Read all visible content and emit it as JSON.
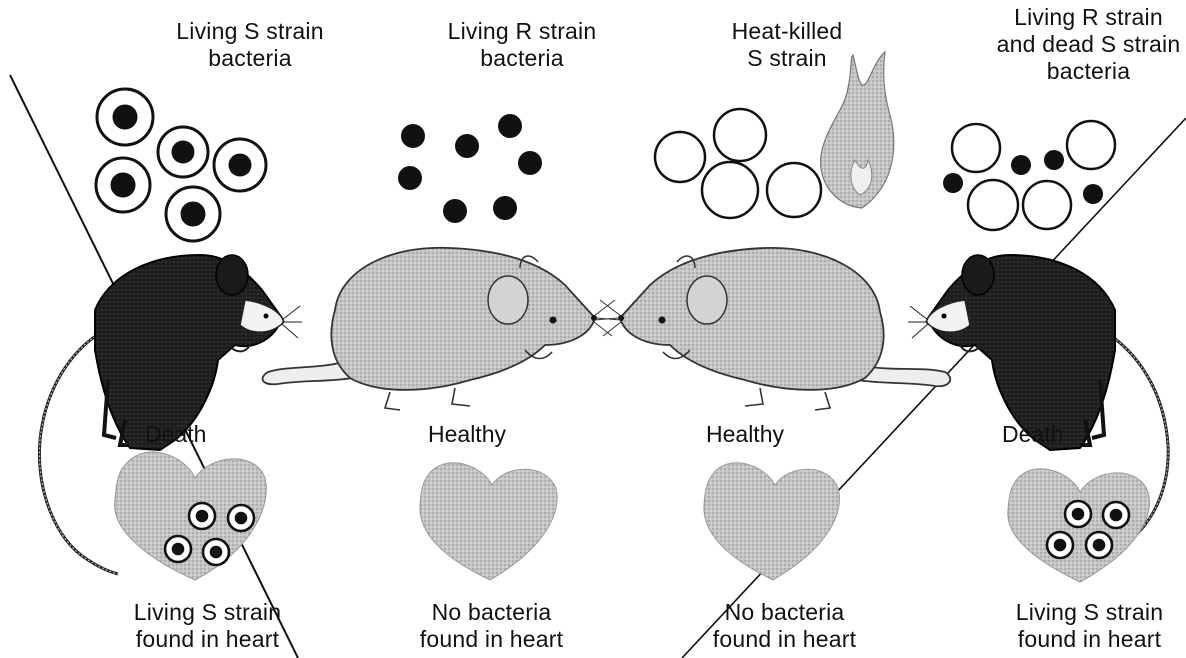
{
  "panels": [
    {
      "id": "living-s",
      "injection": [
        "Living S strain",
        "bacteria"
      ],
      "outcome": "Death",
      "heart_result": [
        "Living S strain",
        "found in heart"
      ]
    },
    {
      "id": "living-r",
      "injection": [
        "Living R strain",
        "bacteria"
      ],
      "outcome": "Healthy",
      "heart_result": [
        "No bacteria",
        "found in heart"
      ]
    },
    {
      "id": "heat-killed-s",
      "injection": [
        "Heat-killed",
        "S strain"
      ],
      "outcome": "Healthy",
      "heart_result": [
        "No bacteria",
        "found in heart"
      ]
    },
    {
      "id": "r-plus-dead-s",
      "injection": [
        "Living R strain",
        "and dead S strain",
        "bacteria"
      ],
      "outcome": "Death",
      "heart_result": [
        "Living S strain",
        "found in heart"
      ]
    }
  ],
  "colors": {
    "line": "#111111",
    "healthy_mouse": "#c9c9c9",
    "dead_mouse": "#1c1c1c",
    "heart": "#bdbdbd",
    "flame": "#d8d8d8"
  }
}
